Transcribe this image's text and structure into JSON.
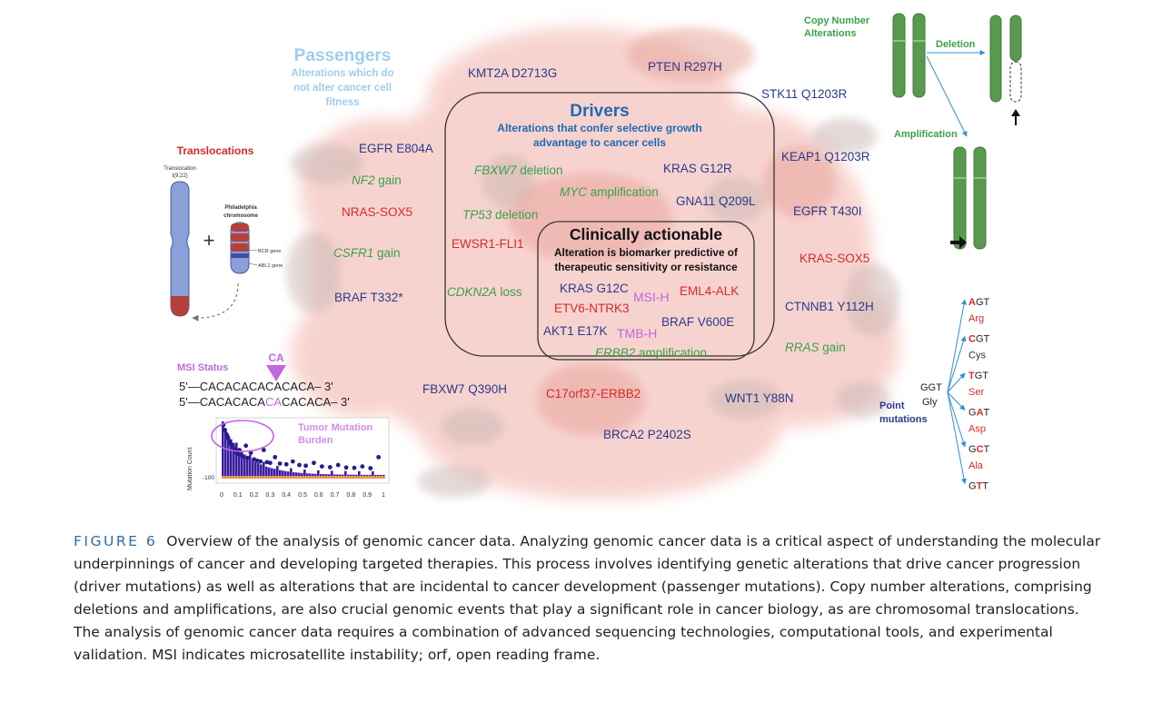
{
  "figure": {
    "passengers": {
      "title": "Passengers",
      "desc": [
        "Alterations which do",
        "not alter cancer cell",
        "fitness"
      ]
    },
    "drivers": {
      "title": "Drivers",
      "desc": [
        "Alterations that confer selective growth",
        "advantage to cancer cells"
      ]
    },
    "actionable": {
      "title": "Clinically actionable",
      "desc": [
        "Alteration is biomarker predictive of",
        "therapeutic sensitivity or resistance"
      ]
    },
    "passenger_mutations": {
      "kmt2a": "KMT2A D2713G",
      "pten": "PTEN R297H",
      "stk11": "STK11 Q1203R",
      "egfr_e804a": "EGFR E804A",
      "keap1": "KEAP1 Q1203R",
      "egfr_t430i": "EGFR T430I",
      "braf_t332": "BRAF T332*",
      "ctnnb1": "CTNNB1 Y112H",
      "fbxw7_q390h": "FBXW7 Q390H",
      "wnt1": "WNT1 Y88N",
      "brca2": "BRCA2 P2402S"
    },
    "passenger_other": {
      "nf2_gene": "NF2",
      "nf2_rest": " gain",
      "nras_sox5": "NRAS-SOX5",
      "csfr1_gene": "CSFR1",
      "csfr1_rest": " gain",
      "kras_sox5": "KRAS-SOX5",
      "rras_gene": "RRAS",
      "rras_rest": " gain",
      "c17orf37": "C17orf37-ERBB2"
    },
    "driver_items": {
      "fbxw7_gene": "FBXW7",
      "fbxw7_rest": " deletion",
      "kras_g12r": "KRAS G12R",
      "myc_gene": "MYC",
      "myc_rest": " amplification",
      "gna11": "GNA11 Q209L",
      "tp53_gene": "TP53",
      "tp53_rest": " deletion",
      "ewsr1": "EWSR1-FLI1",
      "cdkn2a_gene": "CDKN2A",
      "cdkn2a_rest": " loss"
    },
    "actionable_items": {
      "kras_g12c": "KRAS G12C",
      "msi_h": "MSI-H",
      "eml4": "EML4-ALK",
      "etv6": "ETV6-NTRK3",
      "akt1": "AKT1 E17K",
      "tmb_h": "TMB-H",
      "braf_v600e": "BRAF V600E",
      "erbb2_gene": "ERBB2",
      "erbb2_rest": " amplification"
    },
    "translocations": {
      "title": "Translocations",
      "label": [
        "Translocation",
        "t(9;22)"
      ],
      "philadelphia": [
        "Philadelphia",
        "chromosome"
      ],
      "bcr": "BCR gene",
      "abl1": "ABL1 gene",
      "plus": "+"
    },
    "cna": {
      "title": [
        "Copy Number",
        "Alterations"
      ],
      "deletion": "Deletion",
      "amplification": "Amplification"
    },
    "msi": {
      "title": "MSI Status",
      "ca": "CA",
      "seq1": "5'—CACACACACACACA– 3'",
      "seq2_a": "5'—CACACACA",
      "seq2_b": "CA",
      "seq2_c": "CACACA– 3'"
    },
    "tmb": {
      "title": [
        "Tumor Mutation",
        "Burden"
      ],
      "ylabel": "Mutation Count"
    },
    "point_mutations": {
      "title": [
        "Point",
        "mutations"
      ],
      "codon": "GGT",
      "aa": "Gly",
      "targets": [
        {
          "pre": "",
          "hl": "A",
          "post": "GT",
          "aa": "Arg",
          "color": "#d52b2b"
        },
        {
          "pre": "",
          "hl": "C",
          "post": "GT",
          "aa": "Cys",
          "color": "#333333"
        },
        {
          "pre": "",
          "hl": "T",
          "post": "GT",
          "aa": "Ser",
          "color": "#d52b2b"
        },
        {
          "pre": "G",
          "hl": "A",
          "post": "T",
          "aa": "Asp",
          "color": "#d52b2b"
        },
        {
          "pre": "G",
          "hl": "C",
          "post": "T",
          "aa": "Ala",
          "color": "#d52b2b"
        },
        {
          "pre": "G",
          "hl": "T",
          "post": "T",
          "aa": "",
          "color": "#333333"
        }
      ]
    }
  },
  "chart_data": {
    "type": "scatter",
    "title": "",
    "xlabel": "",
    "ylabel": "Mutation Count",
    "x_ticks": [
      "0",
      "0.1",
      "0.2",
      "0.3",
      "0.4",
      "0.5",
      "0.6",
      "0.7",
      "0.8",
      "0.9",
      "1"
    ],
    "y_ticks": [
      "-100"
    ],
    "xlim": [
      0,
      1
    ],
    "ylim": [
      -100,
      700
    ],
    "highlight": "Tumor Mutation Burden",
    "points": [
      [
        0.01,
        650
      ],
      [
        0.02,
        580
      ],
      [
        0.03,
        520
      ],
      [
        0.04,
        470
      ],
      [
        0.05,
        420
      ],
      [
        0.06,
        380
      ],
      [
        0.07,
        340
      ],
      [
        0.08,
        300
      ],
      [
        0.09,
        270
      ],
      [
        0.1,
        250
      ],
      [
        0.11,
        300
      ],
      [
        0.12,
        230
      ],
      [
        0.13,
        210
      ],
      [
        0.15,
        360
      ],
      [
        0.16,
        190
      ],
      [
        0.18,
        260
      ],
      [
        0.2,
        170
      ],
      [
        0.22,
        150
      ],
      [
        0.24,
        140
      ],
      [
        0.26,
        300
      ],
      [
        0.28,
        130
      ],
      [
        0.3,
        120
      ],
      [
        0.33,
        200
      ],
      [
        0.36,
        110
      ],
      [
        0.4,
        100
      ],
      [
        0.44,
        140
      ],
      [
        0.48,
        90
      ],
      [
        0.52,
        80
      ],
      [
        0.57,
        120
      ],
      [
        0.62,
        70
      ],
      [
        0.67,
        60
      ],
      [
        0.72,
        90
      ],
      [
        0.77,
        55
      ],
      [
        0.82,
        50
      ],
      [
        0.87,
        70
      ],
      [
        0.92,
        45
      ],
      [
        0.97,
        200
      ]
    ]
  },
  "caption": {
    "label": "FIGURE 6",
    "text": "Overview of the analysis of genomic cancer data. Analyzing genomic cancer data is a critical aspect of understanding the molecular underpinnings of cancer and developing targeted therapies. This process involves identifying genetic alterations that drive cancer progression (driver mutations) as well as alterations that are incidental to cancer development (passenger mutations). Copy number alterations, comprising deletions and amplifications, are also crucial genomic events that play a significant role in cancer biology, as are chromosomal translocations. The analysis of genomic cancer data requires a combination of advanced sequencing technologies, computational tools, and experimental validation. MSI indicates microsatellite instability; orf, open reading frame."
  },
  "colors": {
    "blob": "#f6c9c4",
    "blob_dark": "#c8b4b0",
    "driver_blue": "#2b3a8c",
    "red": "#d52b2b",
    "green": "#3aa14a",
    "purple": "#c166e0",
    "chromo_blue": "#8aa0d8",
    "chromo_red": "#b3403a",
    "chromo_green": "#5a9a50",
    "caption_label": "#2f6da7"
  }
}
